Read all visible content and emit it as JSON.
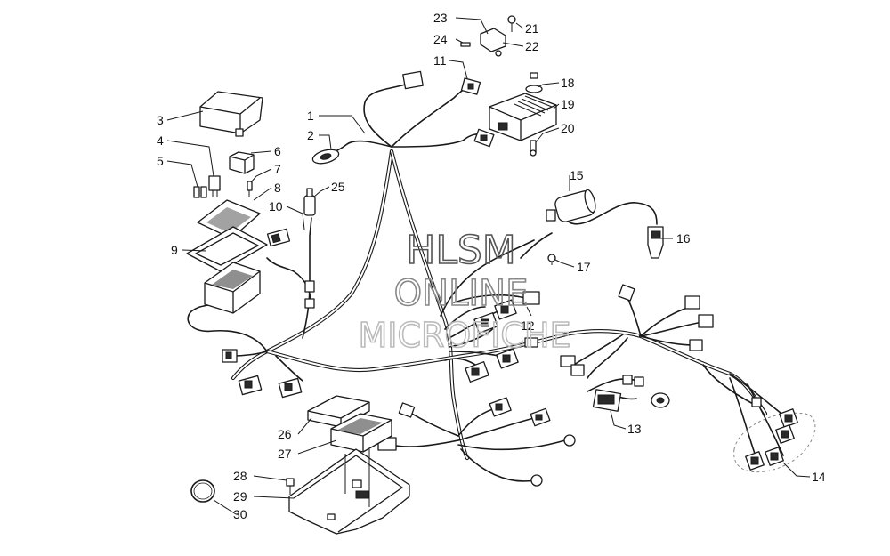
{
  "callouts": [
    {
      "n": "1"
    },
    {
      "n": "2"
    },
    {
      "n": "3"
    },
    {
      "n": "4"
    },
    {
      "n": "5"
    },
    {
      "n": "6"
    },
    {
      "n": "7"
    },
    {
      "n": "8"
    },
    {
      "n": "9"
    },
    {
      "n": "10"
    },
    {
      "n": "11"
    },
    {
      "n": "12"
    },
    {
      "n": "13"
    },
    {
      "n": "14"
    },
    {
      "n": "15"
    },
    {
      "n": "16"
    },
    {
      "n": "17"
    },
    {
      "n": "18"
    },
    {
      "n": "19"
    },
    {
      "n": "20"
    },
    {
      "n": "21"
    },
    {
      "n": "22"
    },
    {
      "n": "23"
    },
    {
      "n": "24"
    },
    {
      "n": "25"
    },
    {
      "n": "26"
    },
    {
      "n": "27"
    },
    {
      "n": "28"
    },
    {
      "n": "29"
    },
    {
      "n": "30"
    }
  ],
  "watermark": {
    "line1": "HLSM",
    "line2": "ONLINE",
    "line3": "MICROFICHE"
  },
  "colors": {
    "ink": "#1a1a1a",
    "watermark": "#666666",
    "watermark_faint": "#b0b0b0"
  }
}
